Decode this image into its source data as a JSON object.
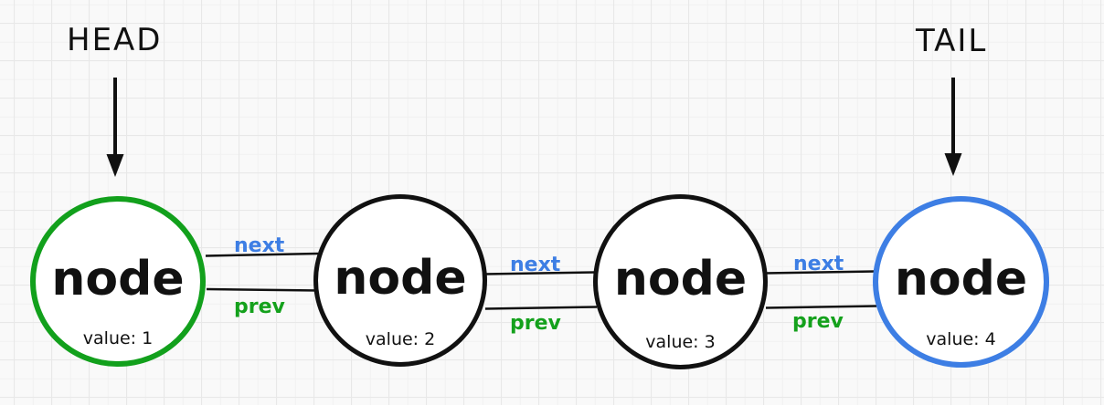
{
  "diagram": {
    "type": "doubly-linked-list",
    "pointers": {
      "head_label": "HEAD",
      "tail_label": "TAIL"
    },
    "nodes": [
      {
        "label": "node",
        "value": "value: 1",
        "border_color": "#12a01c",
        "role": "head-node"
      },
      {
        "label": "node",
        "value": "value: 2",
        "border_color": "#111111",
        "role": "middle-node"
      },
      {
        "label": "node",
        "value": "value: 3",
        "border_color": "#111111",
        "role": "middle-node"
      },
      {
        "label": "node",
        "value": "value: 4",
        "border_color": "#3d7ee4",
        "role": "tail-node"
      }
    ],
    "links": [
      {
        "next": "next",
        "prev": "prev"
      },
      {
        "next": "next",
        "prev": "prev"
      },
      {
        "next": "next",
        "prev": "prev"
      }
    ],
    "colors": {
      "next_text": "#3d7ee4",
      "prev_text": "#14a11c",
      "head_node_border": "#12a01c",
      "tail_node_border": "#3d7ee4",
      "line": "#111111",
      "background": "#f9f9f9",
      "grid_minor": "#f1f1f1",
      "grid_major": "#e8e8e8"
    }
  }
}
